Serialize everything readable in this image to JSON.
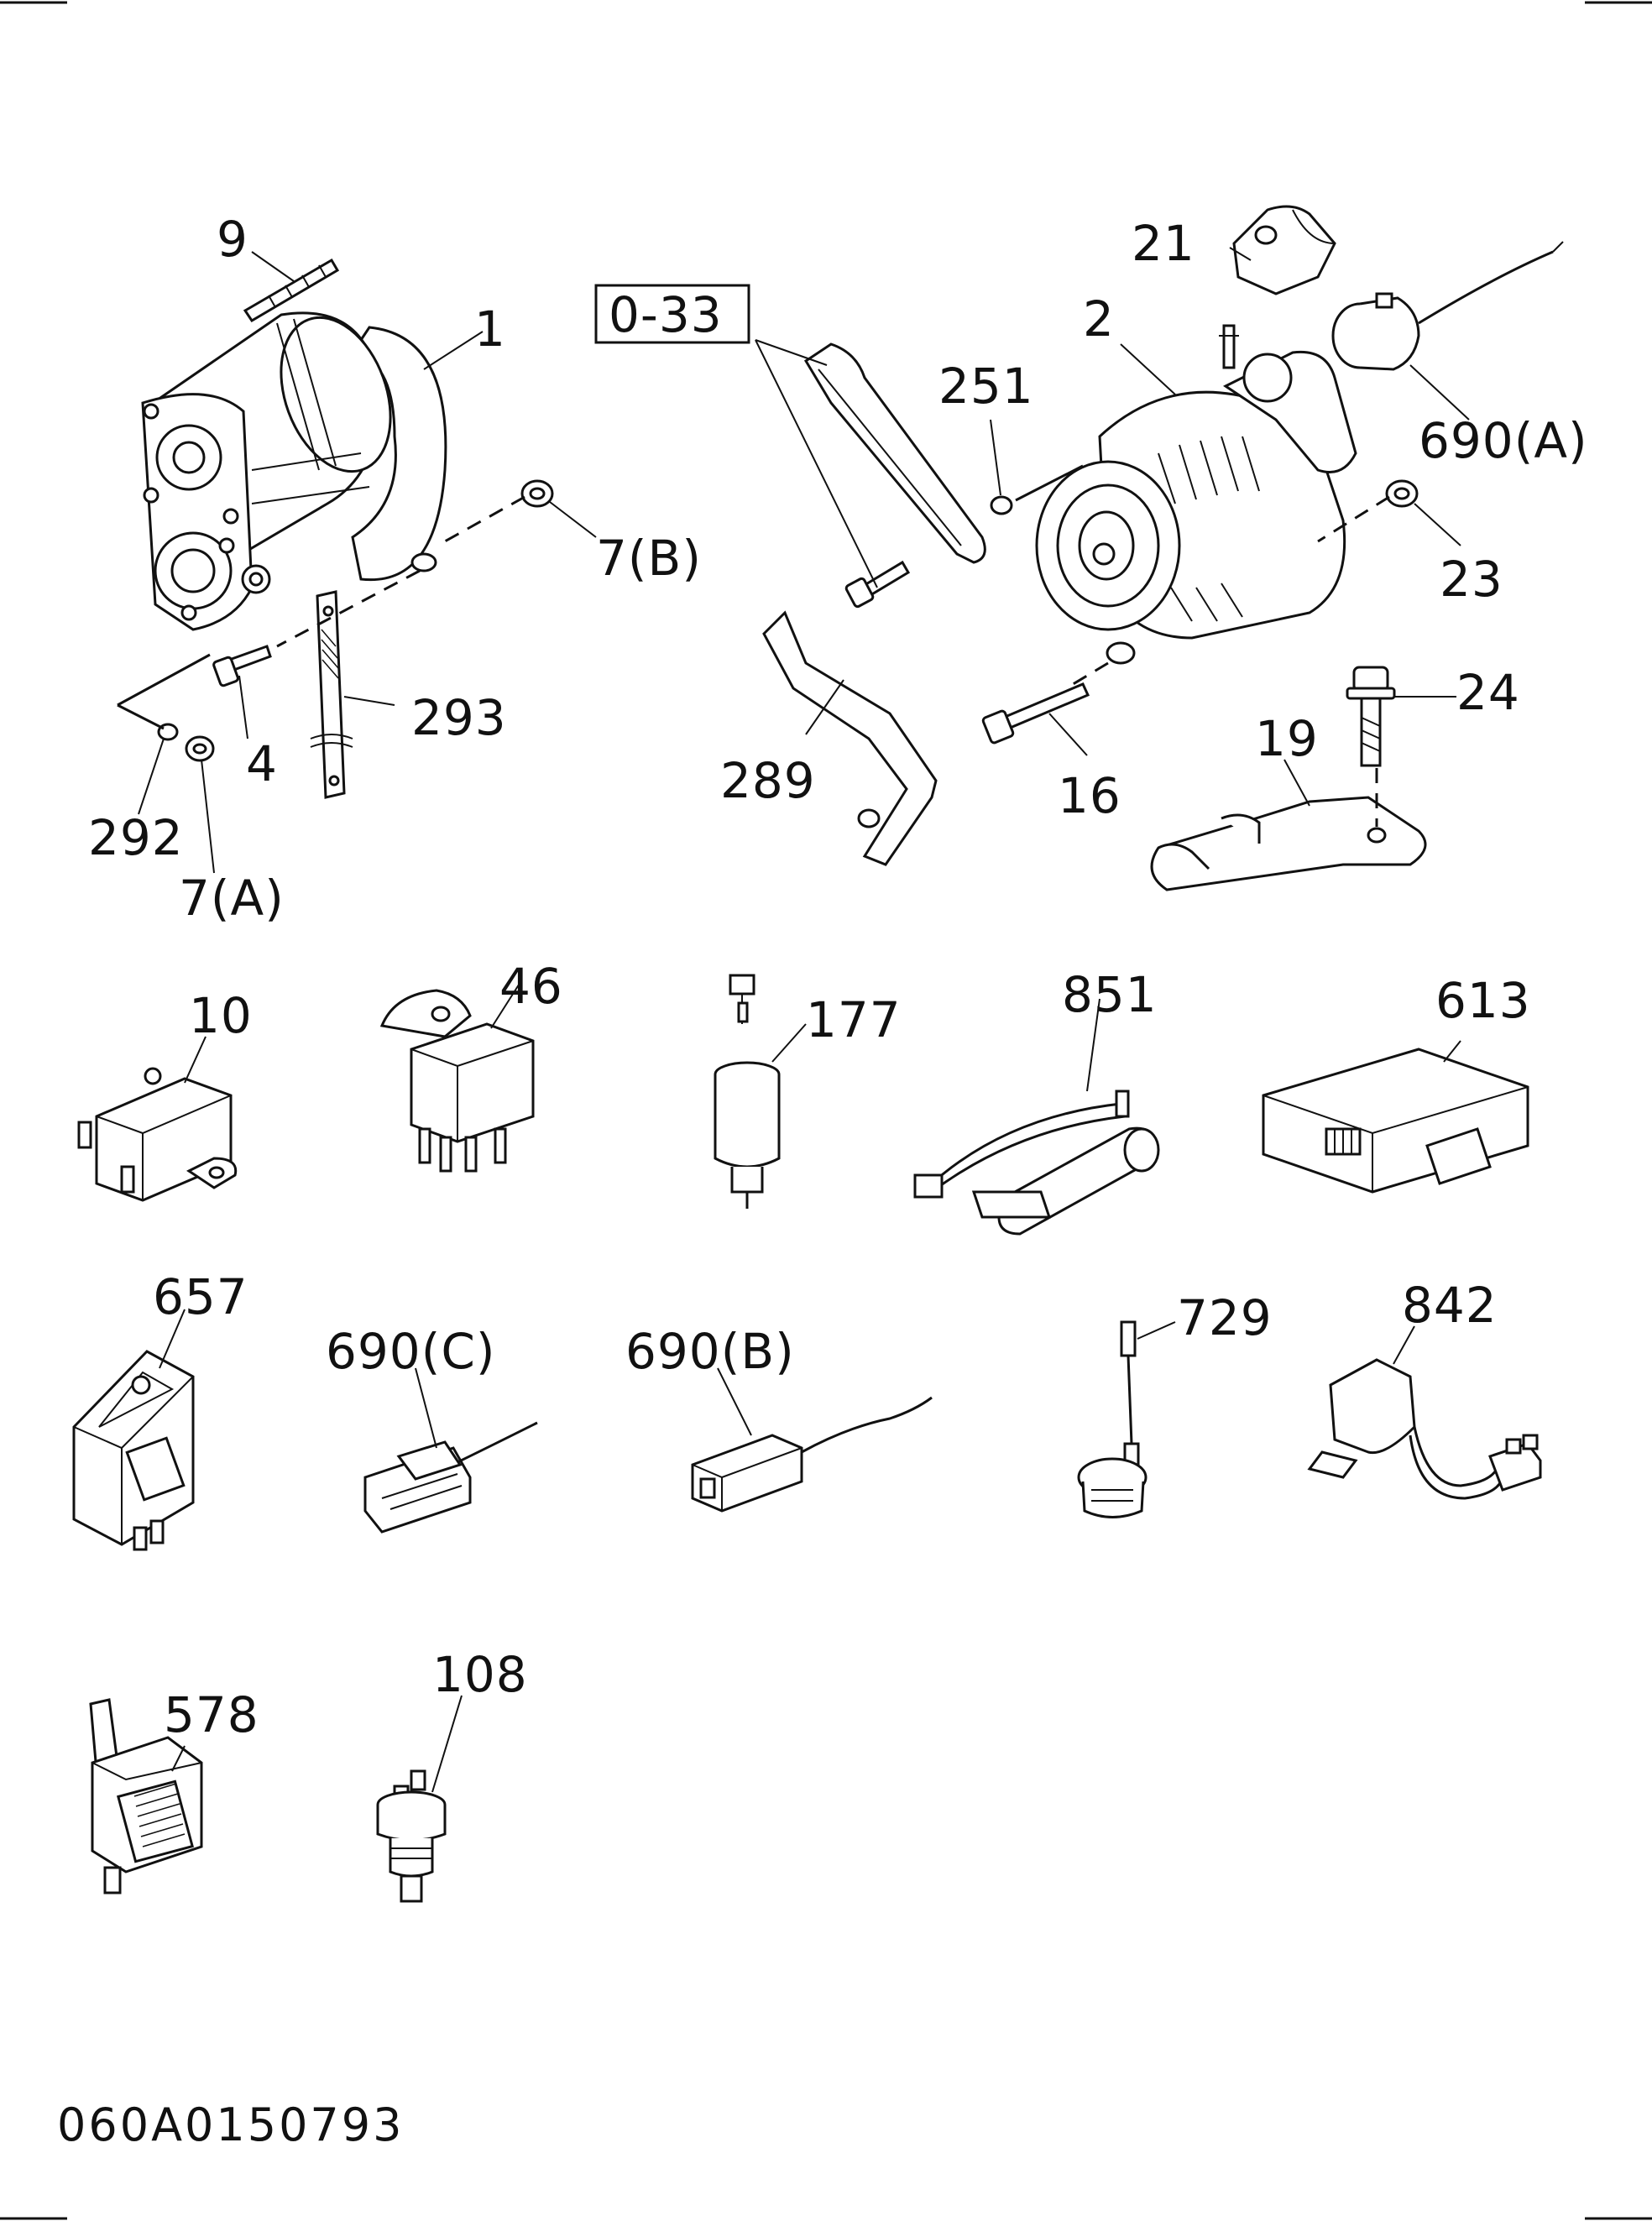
{
  "diagram": {
    "callouts": {
      "p9": "9",
      "p1": "1",
      "p7b": "7(B)",
      "p4": "4",
      "p293": "293",
      "p292": "292",
      "p7a": "7(A)",
      "ref": "0-33",
      "p289": "289",
      "p251": "251",
      "p21": "21",
      "p2": "2",
      "p690a": "690(A)",
      "p23": "23",
      "p16": "16",
      "p24": "24",
      "p19": "19",
      "p10": "10",
      "p46": "46",
      "p177": "177",
      "p851": "851",
      "p613": "613",
      "p657": "657",
      "p690c": "690(C)",
      "p690b": "690(B)",
      "p729": "729",
      "p842": "842",
      "p578": "578",
      "p108": "108"
    },
    "drawing_code": "060A0150793"
  }
}
